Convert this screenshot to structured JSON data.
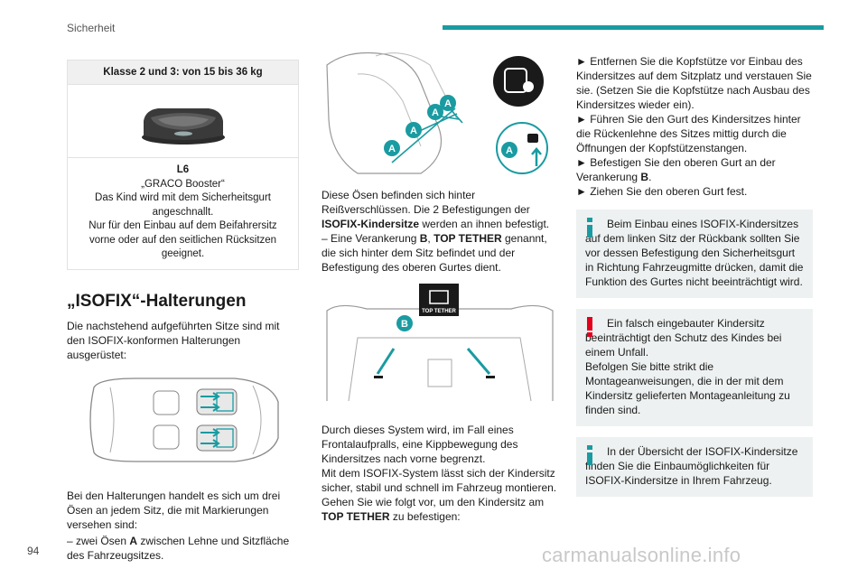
{
  "header": {
    "section": "Sicherheit",
    "accent": "#1a9ba1"
  },
  "page_number": "94",
  "watermark": "carmanualsonline.info",
  "col1": {
    "table": {
      "heading": "Klasse 2 und 3: von 15 bis 36 kg",
      "code": "L6",
      "name": "„GRACO Booster“",
      "line1": "Das Kind wird mit dem Sicherheitsgurt angeschnallt.",
      "line2": "Nur für den Einbau auf dem Beifahrersitz vorne oder auf den seitlichen Rücksitzen geeignet."
    },
    "title": "„ISOFIX“-Halterungen",
    "intro": "Die nachstehend aufgeführten Sitze sind mit den ISOFIX-konformen Halterungen ausgerüstet:",
    "desc": "Bei den Halterungen handelt es sich um drei Ösen an jedem Sitz, die mit Markierungen versehen sind:",
    "item_a_prefix": "–  zwei Ösen ",
    "item_a_bold": "A",
    "item_a_suffix": " zwischen Lehne und Sitzfläche des Fahrzeugsitzes."
  },
  "col2": {
    "label_a": "A",
    "label_b": "B",
    "tether_label": "TOP TETHER",
    "p1_prefix": "Diese Ösen befinden sich hinter Reißverschlüssen. Die 2 Befestigungen der ",
    "p1_bold": "ISOFIX-Kindersitze",
    "p1_suffix": " werden an ihnen befestigt.",
    "p2_prefix": "–  Eine Verankerung ",
    "p2_bold1": "B",
    "p2_mid": ", ",
    "p2_bold2": "TOP TETHER",
    "p2_suffix": " genannt, die sich hinter dem Sitz befindet und der Befestigung des oberen Gurtes dient.",
    "p3": "Durch dieses System wird, im Fall eines Frontalaufpralls, eine Kippbewegung des Kindersitzes nach vorne begrenzt.",
    "p4": "Mit dem ISOFIX-System lässt sich der Kindersitz sicher, stabil und schnell im Fahrzeug montieren.",
    "p5_prefix": "Gehen Sie wie folgt vor, um den Kindersitz am ",
    "p5_bold": "TOP TETHER",
    "p5_suffix": " zu befestigen:"
  },
  "col3": {
    "step1": "► Entfernen Sie die Kopfstütze vor Einbau des Kindersitzes auf dem Sitzplatz und verstauen Sie sie. (Setzen Sie die Kopfstütze nach Ausbau des Kindersitzes wieder ein).",
    "step2": "► Führen Sie den Gurt des Kindersitzes hinter die Rückenlehne des Sitzes mittig durch die Öffnungen der Kopfstützenstangen.",
    "step3_prefix": "► Befestigen Sie den oberen Gurt an der Verankerung ",
    "step3_bold": "B",
    "step3_suffix": ".",
    "step4": "► Ziehen Sie den oberen Gurt fest.",
    "info1": "Beim Einbau eines ISOFIX-Kindersitzes auf dem linken Sitz der Rückbank sollten Sie vor dessen Befestigung den Sicherheitsgurt in Richtung Fahrzeugmitte drücken, damit die Funktion des Gurtes nicht beeinträchtigt wird.",
    "warn_line1": "Ein falsch eingebauter Kindersitz beeinträchtigt den Schutz des Kindes bei einem Unfall.",
    "warn_line2": "Befolgen Sie bitte strikt die Montageanweisungen, die in der mit dem Kindersitz gelieferten Montageanleitung zu finden sind.",
    "info2": "In der Übersicht der ISOFIX-Kindersitze finden Sie die Einbaumöglichkeiten für ISOFIX-Kindersitze in Ihrem Fahrzeug.",
    "info_color": "#1a9ba1",
    "warn_color": "#e2001a"
  }
}
